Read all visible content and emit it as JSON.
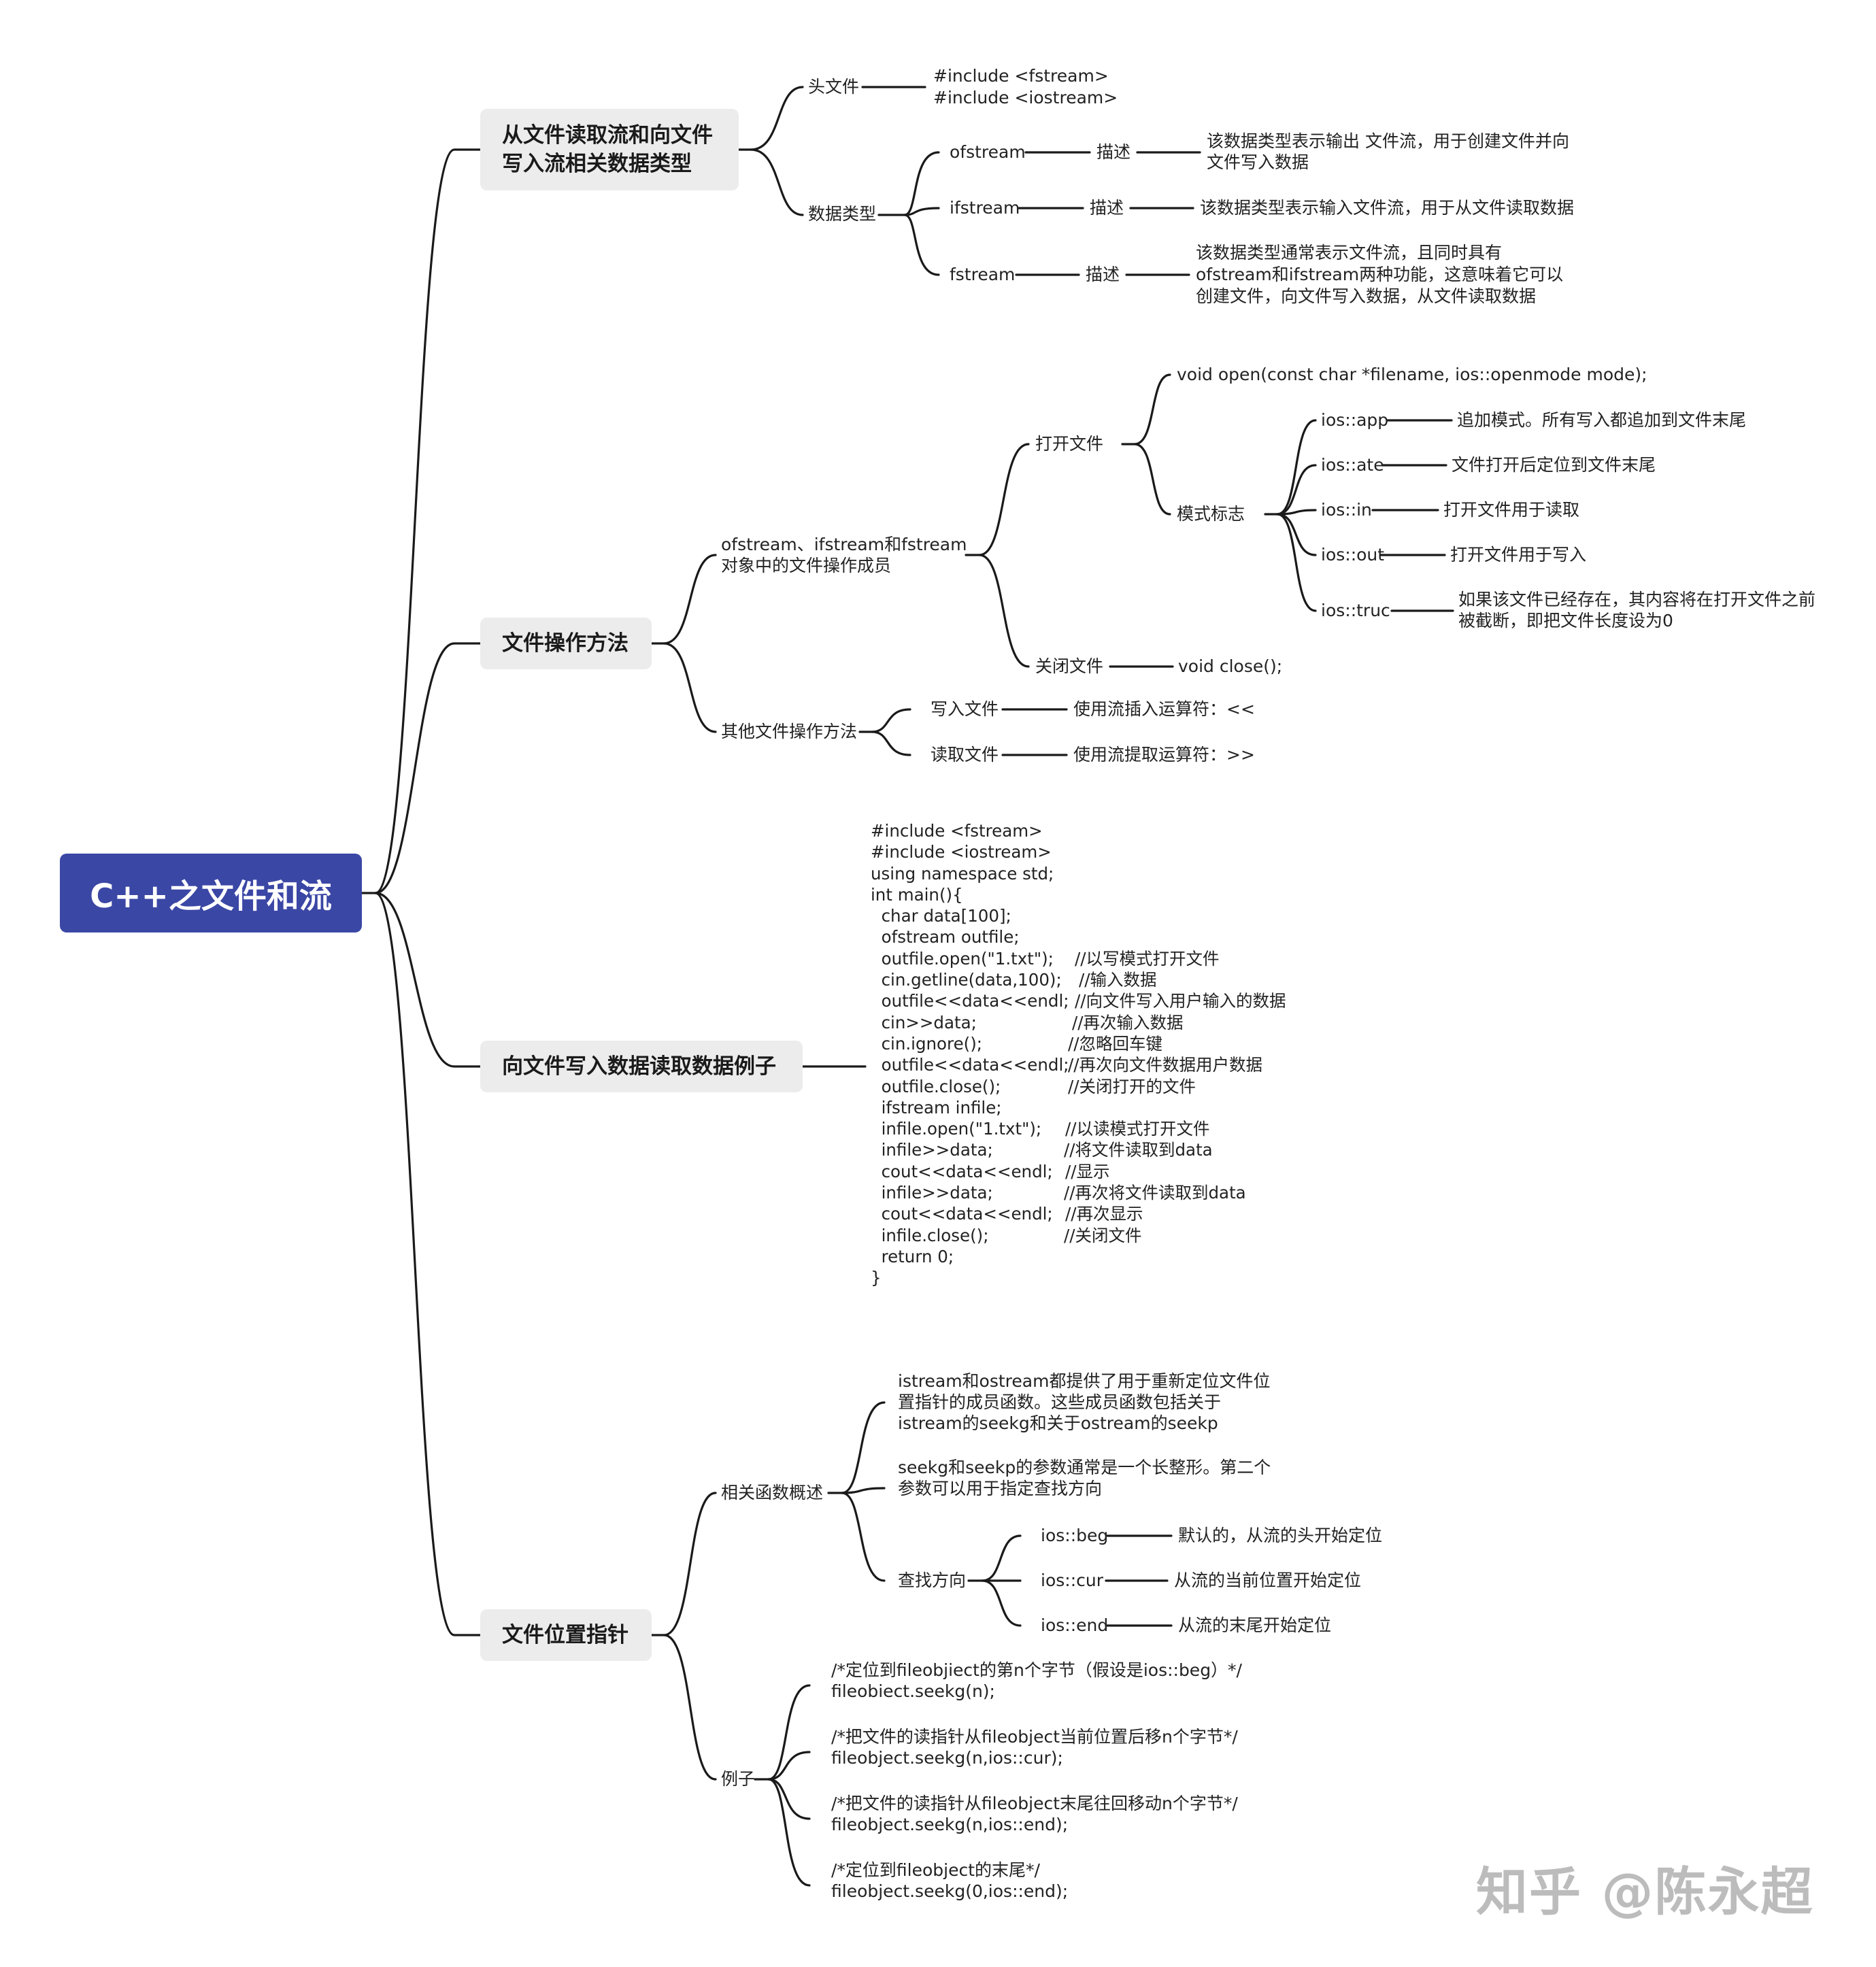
{
  "root": "C++之文件和流",
  "sections": {
    "s1": {
      "title_lines": [
        "从文件读取流和向文件",
        "写入流相关数据类型"
      ],
      "header_files": {
        "label": "头文件",
        "lines": [
          "#include <fstream>",
          "#include <iostream>"
        ]
      },
      "data_types": {
        "label": "数据类型",
        "items": [
          {
            "name": "ofstream",
            "desc_label": "描述",
            "desc": [
              "该数据类型表示输出 文件流，用于创建文件并向",
              "文件写入数据"
            ]
          },
          {
            "name": "ifstream",
            "desc_label": "描述",
            "desc": [
              "该数据类型表示输入文件流，用于从文件读取数据"
            ]
          },
          {
            "name": "fstream",
            "desc_label": "描述",
            "desc": [
              "该数据类型通常表示文件流，且同时具有",
              "ofstream和ifstream两种功能，这意味着它可以",
              "创建文件，向文件写入数据，从文件读取数据"
            ]
          }
        ]
      }
    },
    "s2": {
      "title": "文件操作方法",
      "members": {
        "label_lines": [
          "ofstream、ifstream和fstream",
          "对象中的文件操作成员"
        ],
        "open": {
          "label": "打开文件",
          "signature": "void open(const char *filename, ios::openmode mode);",
          "mode_label": "模式标志",
          "modes": [
            {
              "flag": "ios::app",
              "desc": [
                "追加模式。所有写入都追加到文件末尾"
              ]
            },
            {
              "flag": "ios::ate",
              "desc": [
                "文件打开后定位到文件末尾"
              ]
            },
            {
              "flag": "ios::in",
              "desc": [
                "打开文件用于读取"
              ]
            },
            {
              "flag": "ios::out",
              "desc": [
                "打开文件用于写入"
              ]
            },
            {
              "flag": "ios::truc",
              "desc": [
                "如果该文件已经存在，其内容将在打开文件之前",
                "被截断，即把文件长度设为0"
              ]
            }
          ]
        },
        "close": {
          "label": "关闭文件",
          "signature": "void close();"
        }
      },
      "other": {
        "label": "其他文件操作方法",
        "write": {
          "label": "写入文件",
          "desc": "使用流插入运算符：<<"
        },
        "read": {
          "label": "读取文件",
          "desc": "使用流提取运算符：>>"
        }
      }
    },
    "s3": {
      "title": "向文件写入数据读取数据例子",
      "code": [
        {
          "code": "#include <fstream>",
          "comment": ""
        },
        {
          "code": "#include <iostream>",
          "comment": ""
        },
        {
          "code": "using namespace std;",
          "comment": ""
        },
        {
          "code": "int main(){",
          "comment": ""
        },
        {
          "code": "  char data[100];",
          "comment": ""
        },
        {
          "code": "  ofstream outfile;",
          "comment": ""
        },
        {
          "code": "  outfile.open(\"1.txt\");",
          "comment": "//以写模式打开文件"
        },
        {
          "code": "  cin.getline(data,100);",
          "comment": "//输入数据"
        },
        {
          "code": "  outfile<<data<<endl;",
          "comment": "//向文件写入用户输入的数据"
        },
        {
          "code": "  cin>>data;",
          "comment": "//再次输入数据"
        },
        {
          "code": "  cin.ignore();",
          "comment": "//忽略回车键"
        },
        {
          "code": "  outfile<<data<<endl;",
          "comment": "//再次向文件数据用户数据"
        },
        {
          "code": "  outfile.close();",
          "comment": "//关闭打开的文件"
        },
        {
          "code": "  ifstream infile;",
          "comment": ""
        },
        {
          "code": "  infile.open(\"1.txt\");",
          "comment": "//以读模式打开文件"
        },
        {
          "code": "  infile>>data;",
          "comment": "//将文件读取到data"
        },
        {
          "code": "  cout<<data<<endl;",
          "comment": "//显示"
        },
        {
          "code": "  infile>>data;",
          "comment": "//再次将文件读取到data"
        },
        {
          "code": "  cout<<data<<endl;",
          "comment": "//再次显示"
        },
        {
          "code": "  infile.close();",
          "comment": "//关闭文件"
        },
        {
          "code": "  return 0;",
          "comment": ""
        },
        {
          "code": "}",
          "comment": ""
        }
      ]
    },
    "s4": {
      "title": "文件位置指针",
      "overview": {
        "label": "相关函数概述",
        "p1": [
          "istream和ostream都提供了用于重新定位文件位",
          "置指针的成员函数。这些成员函数包括关于",
          "istream的seekg和关于ostream的seekp"
        ],
        "p2": [
          "seekg和seekp的参数通常是一个长整形。第二个",
          "参数可以用于指定查找方向"
        ],
        "direction": {
          "label": "查找方向",
          "items": [
            {
              "flag": "ios::beg",
              "desc": "默认的，从流的头开始定位"
            },
            {
              "flag": "ios::cur",
              "desc": "从流的当前位置开始定位"
            },
            {
              "flag": "ios::end",
              "desc": "从流的末尾开始定位"
            }
          ]
        }
      },
      "examples": {
        "label": "例子",
        "items": [
          [
            "/*定位到fileobjiect的第n个字节（假设是ios::beg）*/",
            "fileobiect.seekg(n);"
          ],
          [
            "/*把文件的读指针从fileobject当前位置后移n个字节*/",
            "fileobject.seekg(n,ios::cur);"
          ],
          [
            "/*把文件的读指针从fileobject末尾往回移动n个字节*/",
            "fileobject.seekg(n,ios::end);"
          ],
          [
            "/*定位到fileobject的末尾*/",
            "fileobject.seekg(0,ios::end);"
          ]
        ]
      }
    }
  },
  "watermark": "知乎 @陈永超"
}
